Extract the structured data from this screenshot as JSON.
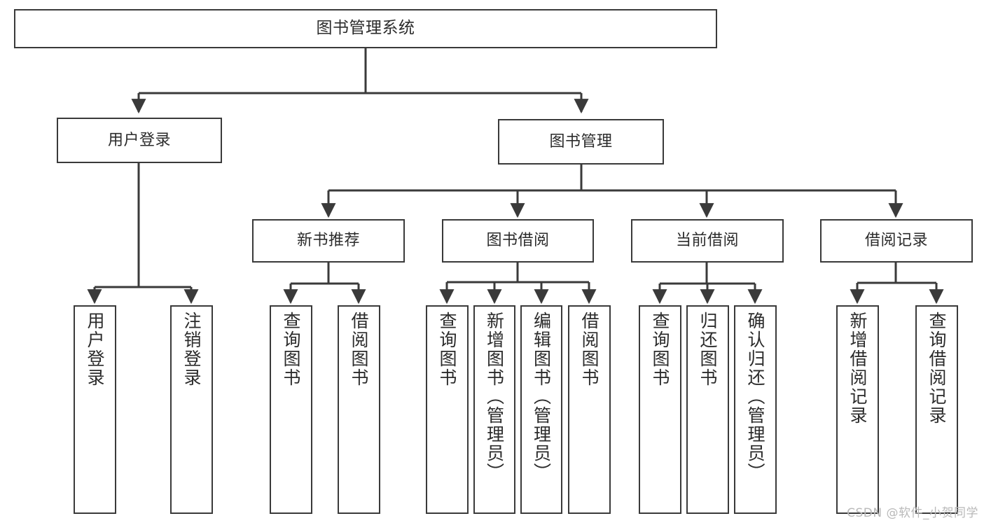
{
  "diagram": {
    "title": "图书管理系统",
    "type": "hierarchy-tree",
    "watermark": "CSDN @软件_小贺同学",
    "colors": {
      "box_border": "#3a3a3a",
      "box_fill": "#ffffff",
      "connector": "#3a3a3a",
      "text": "#2b2b2b",
      "watermark": "#b9b9b9",
      "background": "#ffffff"
    },
    "root": {
      "label": "图书管理系统"
    },
    "level2": [
      {
        "label": "用户登录"
      },
      {
        "label": "图书管理"
      }
    ],
    "level3": [
      {
        "label": "新书推荐"
      },
      {
        "label": "图书借阅"
      },
      {
        "label": "当前借阅"
      },
      {
        "label": "借阅记录"
      }
    ],
    "leaves": {
      "user_login": [
        {
          "label": "用户登录"
        },
        {
          "label": "注销登录"
        }
      ],
      "new_book_recommend": [
        {
          "label": "查询图书"
        },
        {
          "label": "借阅图书"
        }
      ],
      "book_borrow": [
        {
          "label": "查询图书"
        },
        {
          "label": "新增图书（管理员）"
        },
        {
          "label": "编辑图书（管理员）"
        },
        {
          "label": "借阅图书"
        }
      ],
      "current_borrow": [
        {
          "label": "查询图书"
        },
        {
          "label": "归还图书"
        },
        {
          "label": "确认归还（管理员）"
        }
      ],
      "borrow_record": [
        {
          "label": "新增借阅记录"
        },
        {
          "label": "查询借阅记录"
        }
      ]
    }
  }
}
